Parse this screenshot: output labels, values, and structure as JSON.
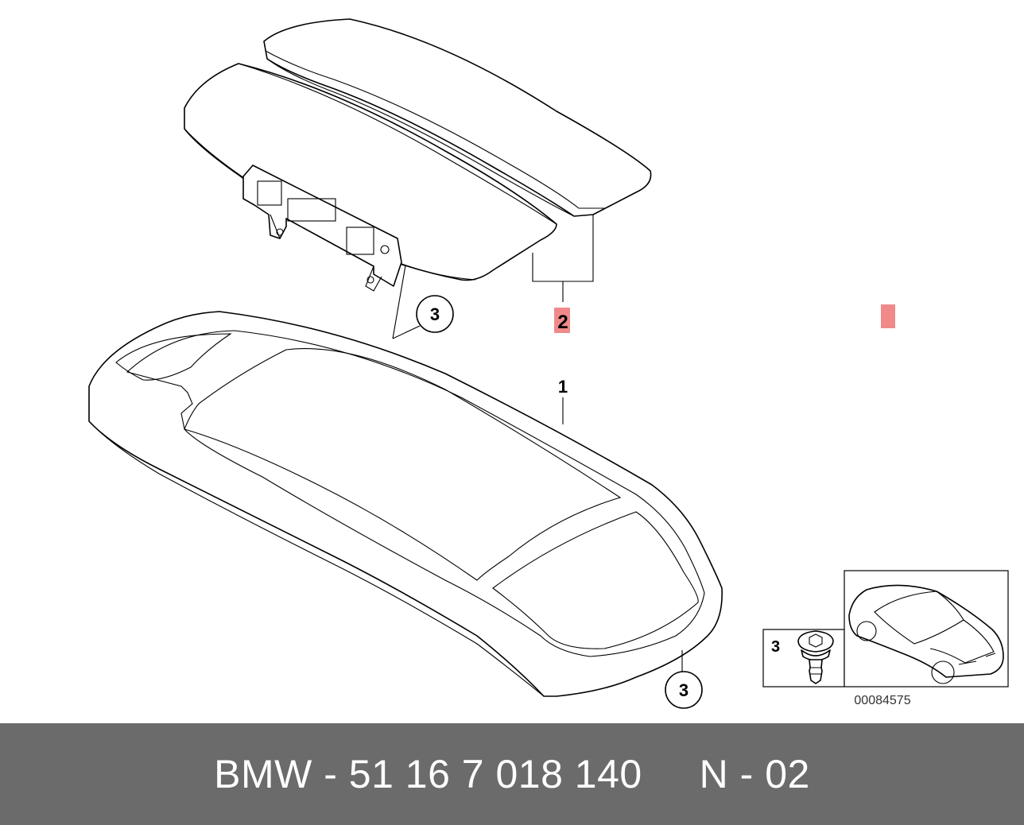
{
  "callouts": {
    "part_1": "1",
    "part_2": "2",
    "part_3_upper": "3",
    "part_3_lower": "3",
    "inset_part_3": "3"
  },
  "image_number": "00084575",
  "footer": {
    "text": "BMW - 51 16 7 018 140     N - 02"
  },
  "colors": {
    "highlight": "#f08a8a",
    "footer_bg": "#6b6b6b",
    "footer_text": "#ffffff"
  }
}
